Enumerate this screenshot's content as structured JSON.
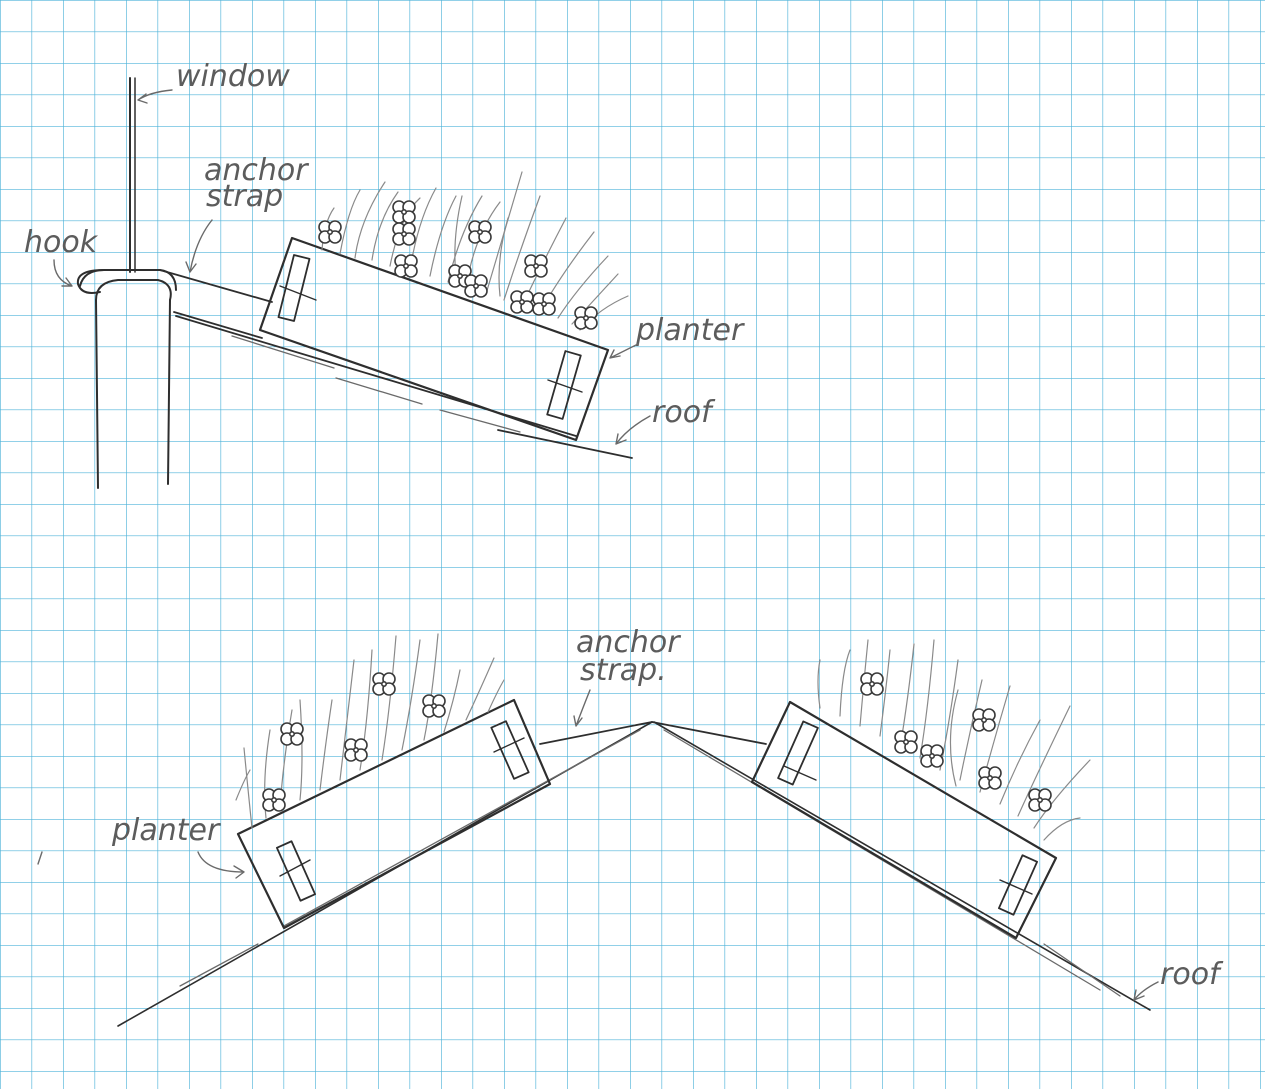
{
  "colors": {
    "paper": "#ffffff",
    "grid": "#4fb3d9",
    "pencil": "#2e2e2e"
  },
  "top_sketch": {
    "window_label": "window",
    "anchor_strap_line1": "anchor",
    "anchor_strap_line2": "strap",
    "hook_label": "hook",
    "planter_label": "planter",
    "roof_label": "roof"
  },
  "bottom_sketch": {
    "anchor_strap_line1": "anchor",
    "anchor_strap_line2": "strap.",
    "planter_label": "planter",
    "roof_label": "roof"
  }
}
